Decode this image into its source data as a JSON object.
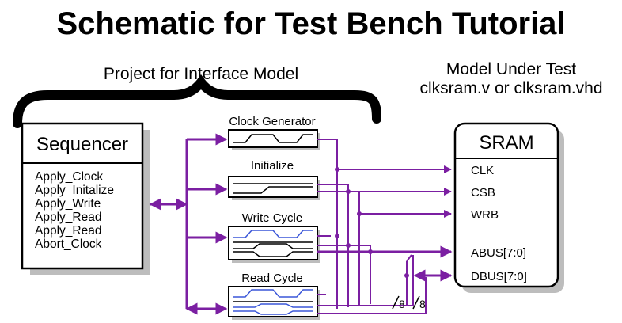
{
  "title": "Schematic for Test Bench Tutorial",
  "interface_project": {
    "heading": "Project for Interface Model"
  },
  "model_under_test": {
    "heading_line1": "Model Under Test",
    "heading_line2": "clksram.v or clksram.vhd"
  },
  "sequencer": {
    "title": "Sequencer",
    "items": [
      "Apply_Clock",
      "Apply_Initalize",
      "Apply_Write",
      "Apply_Read",
      "Apply_Read",
      "Abort_Clock"
    ]
  },
  "generators": [
    {
      "label": "Clock Generator"
    },
    {
      "label": "Initialize"
    },
    {
      "label": "Write Cycle"
    },
    {
      "label": "Read Cycle"
    }
  ],
  "sram": {
    "title": "SRAM",
    "ports": [
      "CLK",
      "CSB",
      "WRB",
      "ABUS[7:0]",
      "DBUS[7:0]"
    ]
  },
  "bus_widths": [
    "8",
    "8"
  ],
  "colors": {
    "signal": "#7b1fa2",
    "waveform_blue": "#3a56d8",
    "shadow": "#bdbdbd",
    "box_border": "#000000"
  }
}
